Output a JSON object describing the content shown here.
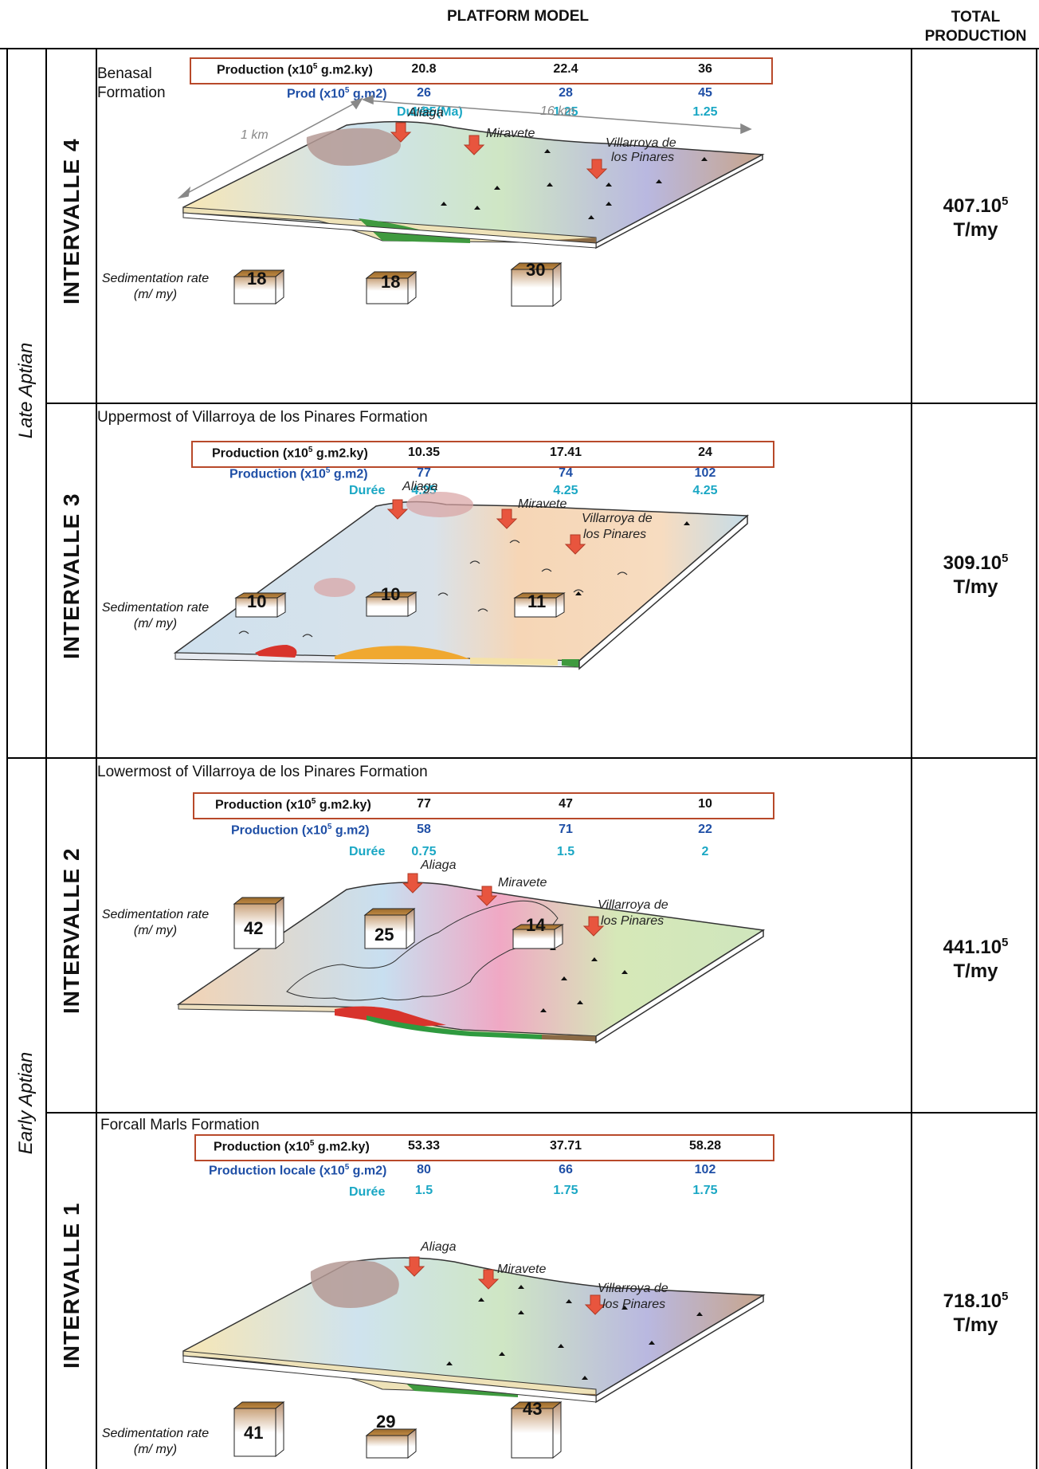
{
  "header": {
    "model": "PLATFORM MODEL",
    "total": "TOTAL\nPRODUCTION"
  },
  "eras": {
    "late": "Late Aptian",
    "early": "Early Aptian"
  },
  "labels": {
    "production": "Production (x10",
    "production_suffix": " g.m2.ky)",
    "sed_rate": "Sedimentation rate",
    "sed_unit": "(m/ my)",
    "locations": [
      "Aliaga",
      "Miravete",
      "Villarroya de",
      "los Pinares"
    ],
    "dist_1km": "1 km",
    "dist_16km": "16 km"
  },
  "intervals": [
    {
      "name": "INTERVALLE 4",
      "formation_l1": "Benasal",
      "formation_l2": "Formation",
      "prod": [
        "20.8",
        "22.4",
        "36"
      ],
      "row2_label": "Prod (x10",
      "row2_suffix": " g.m2)",
      "row2": [
        "26",
        "28",
        "45"
      ],
      "row3_label": "Durée (Ma)",
      "row3": [
        "1.25",
        "1.25",
        "1.25"
      ],
      "sed": [
        "18",
        "18",
        "30"
      ],
      "total": "407.10",
      "total_unit": "T/my"
    },
    {
      "name": "INTERVALLE 3",
      "formation_l1": "Uppermost of Villarroya de los Pinares Formation",
      "prod": [
        "10.35",
        "17.41",
        "24"
      ],
      "row2_label": "Production (x10",
      "row2_suffix": " g.m2)",
      "row2": [
        "77",
        "74",
        "102"
      ],
      "row3_label": "Durée",
      "row3": [
        "4.25",
        "4.25",
        "4.25"
      ],
      "sed": [
        "10",
        "10",
        "11"
      ],
      "total": "309.10",
      "total_unit": "T/my"
    },
    {
      "name": "INTERVALLE 2",
      "formation_l1": "Lowermost of Villarroya de los Pinares Formation",
      "prod": [
        "77",
        "47",
        "10"
      ],
      "row2_label": "Production (x10",
      "row2_suffix": " g.m2)",
      "row2": [
        "58",
        "71",
        "22"
      ],
      "row3_label": "Durée",
      "row3": [
        "0.75",
        "1.5",
        "2"
      ],
      "sed": [
        "42",
        "25",
        "14"
      ],
      "total": "441.10",
      "total_unit": "T/my"
    },
    {
      "name": "INTERVALLE 1",
      "formation_l1": "Forcall Marls Formation",
      "prod": [
        "53.33",
        "37.71",
        "58.28"
      ],
      "row2_label": "Production locale (x10",
      "row2_suffix": " g.m2)",
      "row2": [
        "80",
        "66",
        "102"
      ],
      "row3_label": "Durée",
      "row3": [
        "1.5",
        "1.75",
        "1.75"
      ],
      "sed": [
        "41",
        "29",
        "43"
      ],
      "total": "718.10",
      "total_unit": "T/my"
    }
  ],
  "colors": {
    "box_border": "#b8492a",
    "blue": "#1f4fa6",
    "cyan": "#1aa7c4",
    "arrow": "#e8553e"
  }
}
